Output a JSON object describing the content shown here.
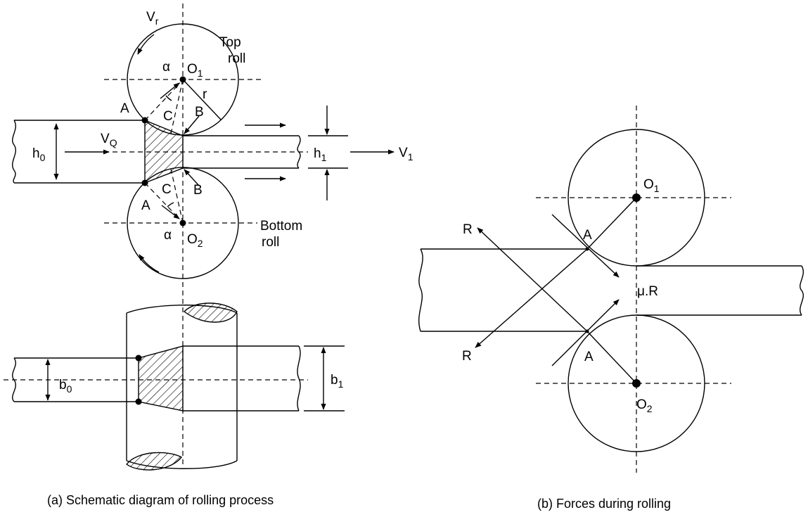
{
  "diagram_a": {
    "caption": "(a) Schematic diagram of rolling process",
    "labels": {
      "vr": "V",
      "vr_sub": "r",
      "top_roll_1": "Top",
      "top_roll_2": "roll",
      "alpha_top": "α",
      "o1": "O",
      "o1_sub": "1",
      "r": "r",
      "a_top": "A",
      "c_top": "C",
      "b_top": "B",
      "h0": "h",
      "h0_sub": "0",
      "vq": "V",
      "vq_sub": "Q",
      "h1": "h",
      "h1_sub": "1",
      "v1": "V",
      "v1_sub": "1",
      "a_bot": "A",
      "c_bot": "C",
      "b_bot": "B",
      "alpha_bot": "α",
      "o2": "O",
      "o2_sub": "2",
      "bottom_roll_1": "Bottom",
      "bottom_roll_2": "roll",
      "b0": "b",
      "b0_sub": "0",
      "b1": "b",
      "b1_sub": "1"
    }
  },
  "diagram_b": {
    "caption": "(b) Forces during rolling",
    "labels": {
      "o1": "O",
      "o1_sub": "1",
      "o2": "O",
      "o2_sub": "2",
      "r_top": "R",
      "r_bot": "R",
      "a_top": "A",
      "a_bot": "A",
      "mu_r": "μ.R"
    }
  }
}
